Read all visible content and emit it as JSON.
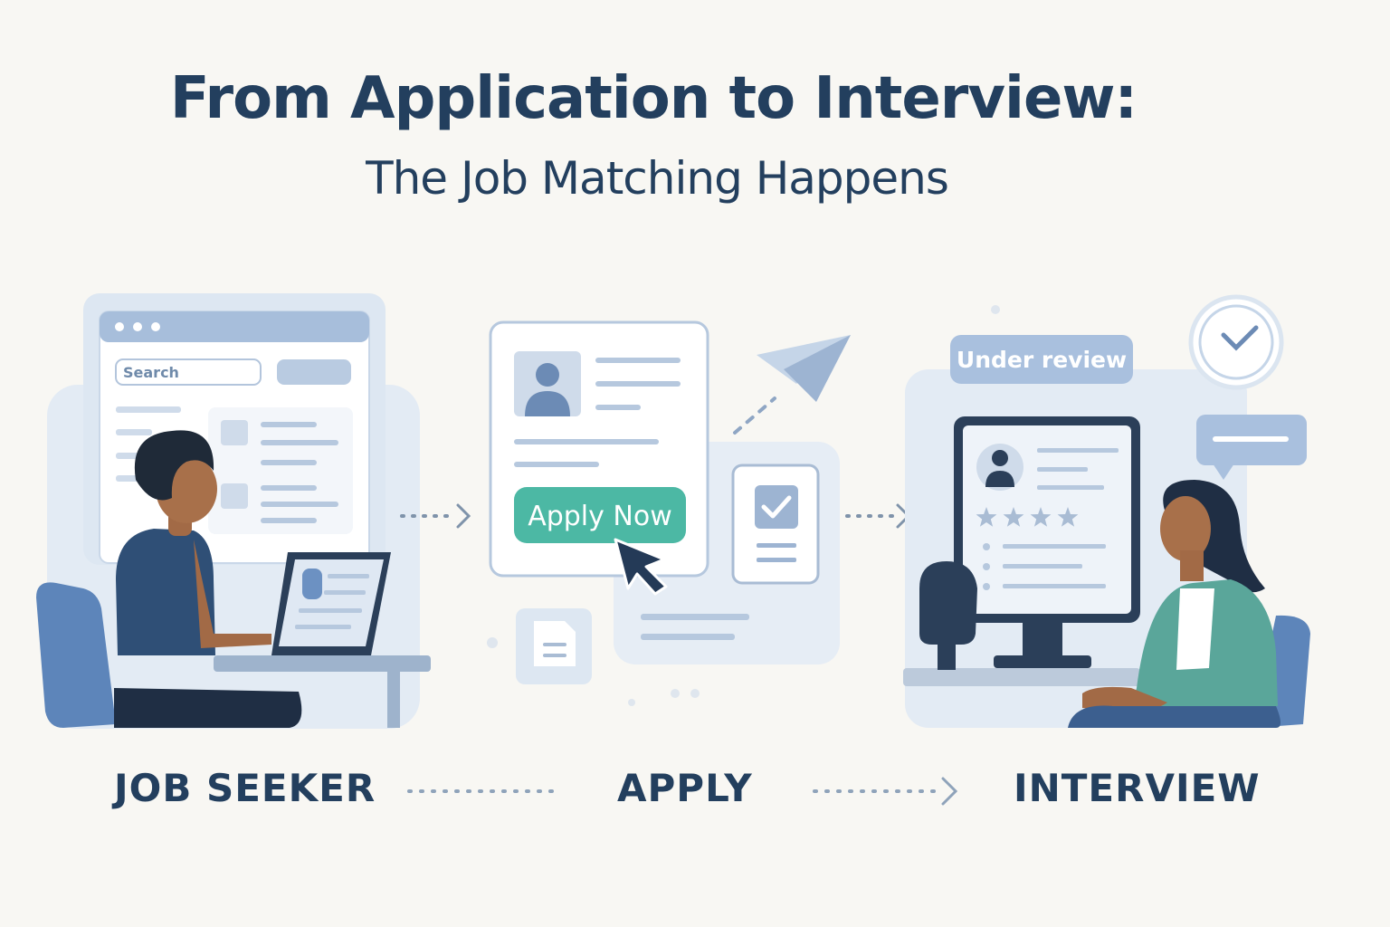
{
  "header": {
    "title": "From Application to Interview:",
    "subtitle": "The Job Matching Happens"
  },
  "browser": {
    "search_placeholder": "Search"
  },
  "apply_card": {
    "button_label": "Apply Now"
  },
  "review_badge": {
    "label": "Under review"
  },
  "rating": {
    "stars": 4
  },
  "stages": [
    {
      "label": "JOB SEEKER"
    },
    {
      "label": "APPLY"
    },
    {
      "label": "INTERVIEW"
    }
  ],
  "icons": [
    "paper-plane-icon",
    "clock-icon",
    "checkbox-icon",
    "document-icon",
    "cursor-icon",
    "chat-bubble-icon",
    "star-icon"
  ],
  "colors": {
    "text": "#233f5e",
    "accent_green": "#4cb8a4",
    "accent_blue": "#5b82b8",
    "badge": "#a9c0de",
    "background": "#f8f7f3"
  }
}
